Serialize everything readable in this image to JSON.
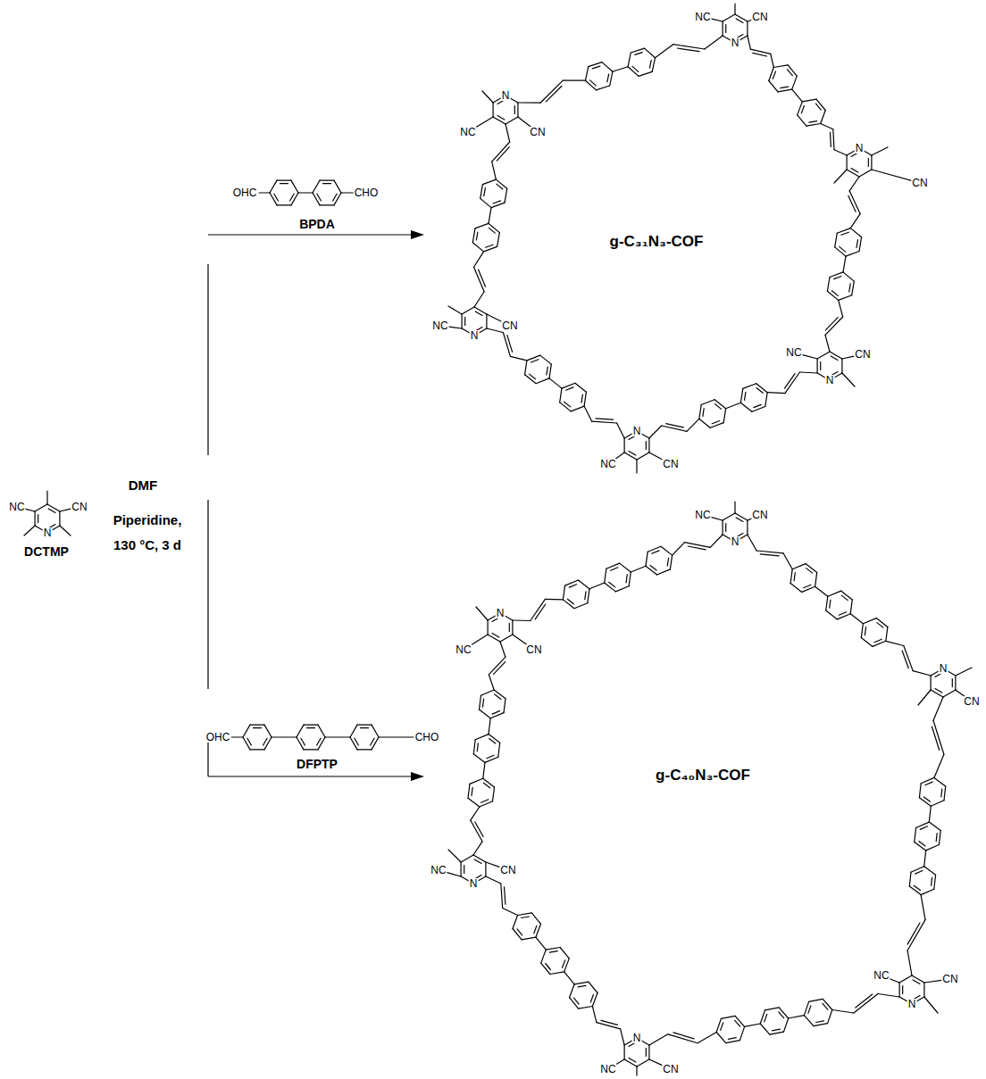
{
  "diagram": {
    "labels": [
      "NC",
      "CN",
      "N",
      "N",
      "NC",
      "CN",
      "N",
      "CN",
      "OHC",
      "CHO",
      "BPDA",
      "g-C₃₁N₃-COF",
      "NC",
      "CN",
      "N",
      "NC",
      "CN",
      "N",
      "N",
      "NC",
      "CN",
      "DMF",
      "NC",
      "CN",
      "N",
      "Piperidine,",
      "130 °C, 3 d",
      "DCTMP",
      "NC",
      "CN",
      "N",
      "N",
      "NC",
      "CN",
      "N",
      "CN",
      "OHC",
      "CHO",
      "DFPTP",
      "g-C₄₀N₃-COF",
      "NC",
      "CN",
      "N",
      "NC",
      "CN",
      "N",
      "N",
      "NC",
      "CN"
    ]
  }
}
